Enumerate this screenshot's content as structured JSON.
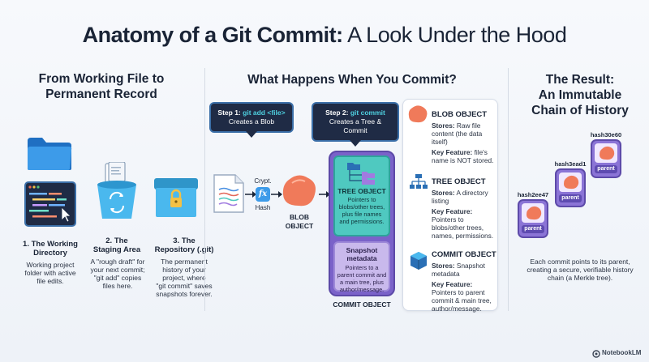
{
  "title": {
    "bold": "Anatomy of a Git Commit:",
    "light": " A Look Under the Hood"
  },
  "left": {
    "heading_line1": "From Working File to",
    "heading_line2": "Permanent Record",
    "stages": [
      {
        "title_line1": "1. The Working",
        "title_line2": "Directory",
        "desc": [
          "Working project",
          "folder with active",
          "file edits."
        ]
      },
      {
        "title_line1": "2. The",
        "title_line2": "Staging Area",
        "desc": [
          "A \"rough draft\" for",
          "your next commit;",
          "\"git add\" copies",
          "files here."
        ]
      },
      {
        "title_line1": "3. The",
        "title_line2": "Repository (.git)",
        "desc": [
          "The permanent",
          "history of your",
          "project, where",
          "\"git commit\" saves",
          "snapshots forever."
        ]
      }
    ]
  },
  "middle": {
    "heading": "What Happens When You Commit?",
    "step1": {
      "prefix": "Step 1:",
      "cmd": "git add <file>",
      "line2": "Creates a Blob"
    },
    "step2": {
      "prefix": "Step 2:",
      "cmd": "git commit",
      "line2": "Creates a Tree & Commit"
    },
    "crypt_label": "Crypt.",
    "hash_label": "Hash",
    "blob_label_line1": "BLOB",
    "blob_label_line2": "OBJECT",
    "tree_title": "TREE OBJECT",
    "tree_desc": [
      "Pointers to",
      "blobs/other trees,",
      "plus file names",
      "and permissions."
    ],
    "snap_title_line1": "Snapshot",
    "snap_title_line2": "metadata",
    "snap_desc": [
      "Pointers to a",
      "parent commit and",
      "a main tree, plus",
      "author/message."
    ],
    "commit_label": "COMMIT OBJECT"
  },
  "objects": [
    {
      "title": "BLOB OBJECT",
      "stores_label": "Stores:",
      "stores": [
        "Raw file",
        "content (the data",
        "itself)"
      ],
      "feature_label": "Key Feature:",
      "feature": [
        "file's",
        "name is NOT stored."
      ]
    },
    {
      "title": "TREE OBJECT",
      "stores_label": "Stores:",
      "stores": [
        "A directory",
        "listing"
      ],
      "feature_label": "Key Feature:",
      "feature": [
        "Pointers to",
        "blobs/other trees,",
        "names, permissions."
      ]
    },
    {
      "title": "COMMIT OBJECT",
      "stores_label": "Stores:",
      "stores": [
        "Snapshot",
        "metadata"
      ],
      "feature_label": "Key Feature:",
      "feature": [
        "Pointers to parent",
        "commit & main tree,",
        "author/message."
      ]
    }
  ],
  "right": {
    "heading_line1": "The Result:",
    "heading_line2": "An Immutable",
    "heading_line3": "Chain of History",
    "hashes": [
      "hash2ee47",
      "hash3ead1",
      "hash30e60"
    ],
    "parent_label": "parent",
    "desc": [
      "Each commit points to its parent,",
      "creating a secure, verifiable history",
      "chain (a Merkle tree)."
    ]
  },
  "brand": "NotebookLM",
  "colors": {
    "accent_teal": "#4fc9c0",
    "accent_purple": "#7a62c9",
    "blob_orange": "#f07a5a",
    "callout_navy": "#1f2b45"
  }
}
